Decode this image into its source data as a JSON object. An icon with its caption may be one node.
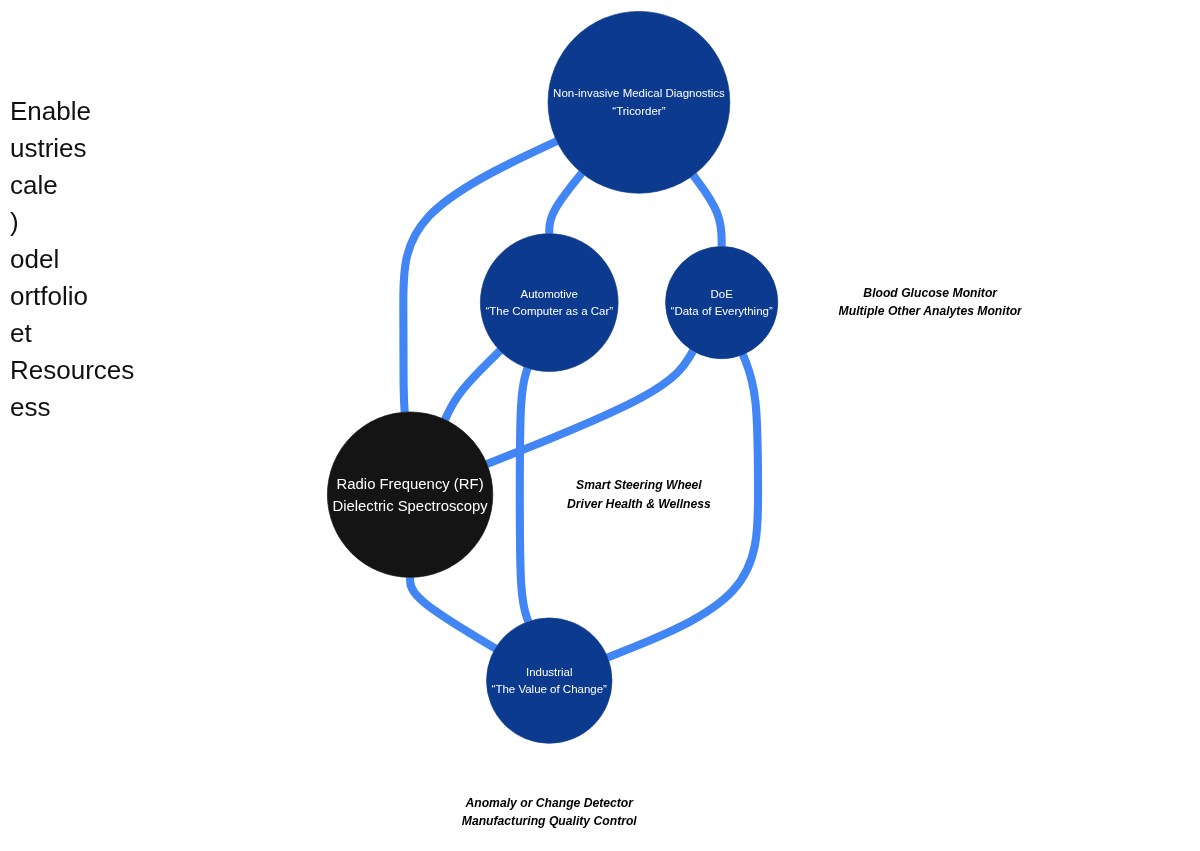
{
  "diagram": {
    "nodes": [
      {
        "text": [
          "Non-invasive Medical Diagnostics",
          "“Tricorder”"
        ],
        "beside": [
          "Blood Glucose Monitor",
          "Multiple Other Analytes Monitor"
        ]
      },
      {
        "text": [
          "DoE",
          "“Data of Everything”"
        ]
      },
      {
        "text": [
          "Radio Frequency (RF)",
          "Dielectric Spectroscopy"
        ]
      },
      {
        "text": [
          "Automotive",
          "“The Computer as a Car”"
        ],
        "beside": [
          "Smart Steering Wheel",
          "Driver Health & Wellness"
        ]
      },
      {
        "text": [
          "Industrial",
          "“The Value of Change”"
        ],
        "beside": [
          "Anomaly or Change Detector",
          "Manufacturing Quality Control"
        ]
      }
    ],
    "edges": [
      {
        "from": 0,
        "to": 2,
        "arrow": "none"
      },
      {
        "from": 1,
        "to": 2,
        "arrow": "none"
      },
      {
        "from": 3,
        "to": 2,
        "arrow": "none"
      },
      {
        "from": 2,
        "to": 4,
        "arrow": "none"
      },
      {
        "from": 0,
        "to": 3,
        "arrow": "none"
      },
      {
        "from": 3,
        "to": 4,
        "arrow": "none"
      },
      {
        "from": 1,
        "to": 4,
        "arrow": "none"
      },
      {
        "from": 0,
        "to": 1,
        "arrow": "none"
      }
    ],
    "labels": [
      "Enable",
      "ustries",
      "cale",
      ")",
      "odel",
      "ortfolio",
      "et",
      "Resources",
      "ess"
    ]
  }
}
